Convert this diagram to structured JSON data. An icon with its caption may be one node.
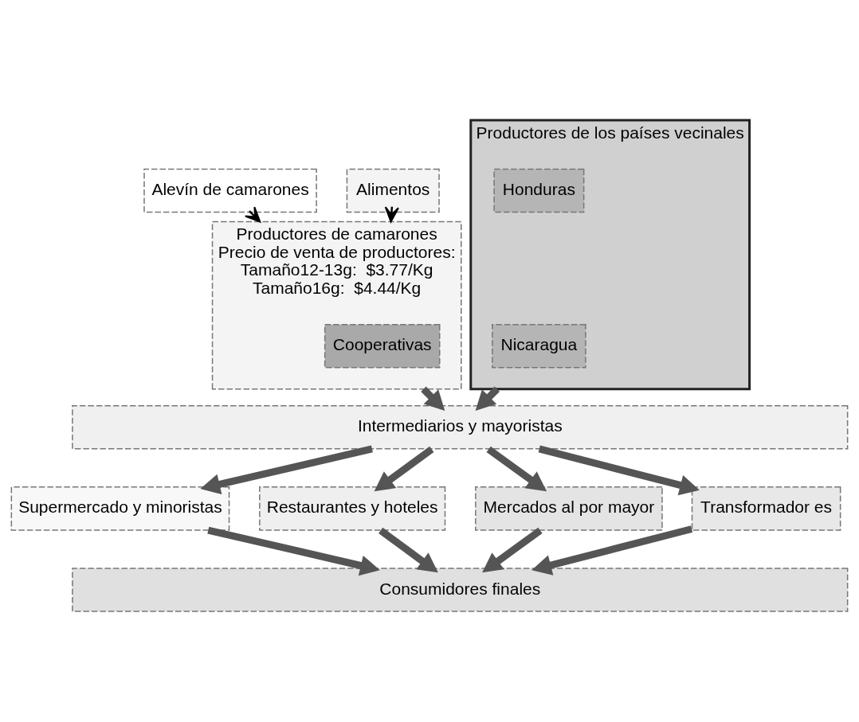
{
  "diagram": {
    "nodes": [
      {
        "text": [
          "Alevín de camarones"
        ]
      },
      {
        "text": [
          "Alimentos"
        ]
      },
      {
        "text": [
          "Productores de camarones",
          "Precio de venta de productores:",
          "Tamaño12-13g:  $3.77/Kg",
          "Tamaño16g:  $4.44/Kg"
        ]
      },
      {
        "text": [
          "Cooperativas"
        ],
        "in": 2
      },
      {
        "text": [
          "Productores de los países vecinales"
        ]
      },
      {
        "text": [
          "Honduras"
        ],
        "in": 4
      },
      {
        "text": [
          "Nicaragua"
        ],
        "in": 4
      },
      {
        "text": [
          "Intermediarios y mayoristas"
        ]
      },
      {
        "text": [
          "Supermercado y minoristas"
        ]
      },
      {
        "text": [
          "Restaurantes y hoteles"
        ]
      },
      {
        "text": [
          "Mercados al por mayor"
        ]
      },
      {
        "text": [
          "Transformador es"
        ]
      },
      {
        "text": [
          "Consumidores finales"
        ]
      }
    ],
    "edges": [
      {
        "from": 0,
        "to": 2,
        "arrow": "to",
        "color": "#000000"
      },
      {
        "from": 1,
        "to": 2,
        "arrow": "to",
        "color": "#000000"
      },
      {
        "from": 2,
        "to": 7,
        "arrow": "to"
      },
      {
        "from": 4,
        "to": 7,
        "arrow": "to"
      },
      {
        "from": 7,
        "to": 8,
        "arrow": "to"
      },
      {
        "from": 7,
        "to": 9,
        "arrow": "to"
      },
      {
        "from": 7,
        "to": 10,
        "arrow": "to"
      },
      {
        "from": 7,
        "to": 11,
        "arrow": "to"
      },
      {
        "from": 8,
        "to": 12,
        "arrow": "to"
      },
      {
        "from": 9,
        "to": 12,
        "arrow": "to"
      },
      {
        "from": 10,
        "to": 12,
        "arrow": "to"
      },
      {
        "from": 11,
        "to": 12,
        "arrow": "to"
      }
    ]
  }
}
